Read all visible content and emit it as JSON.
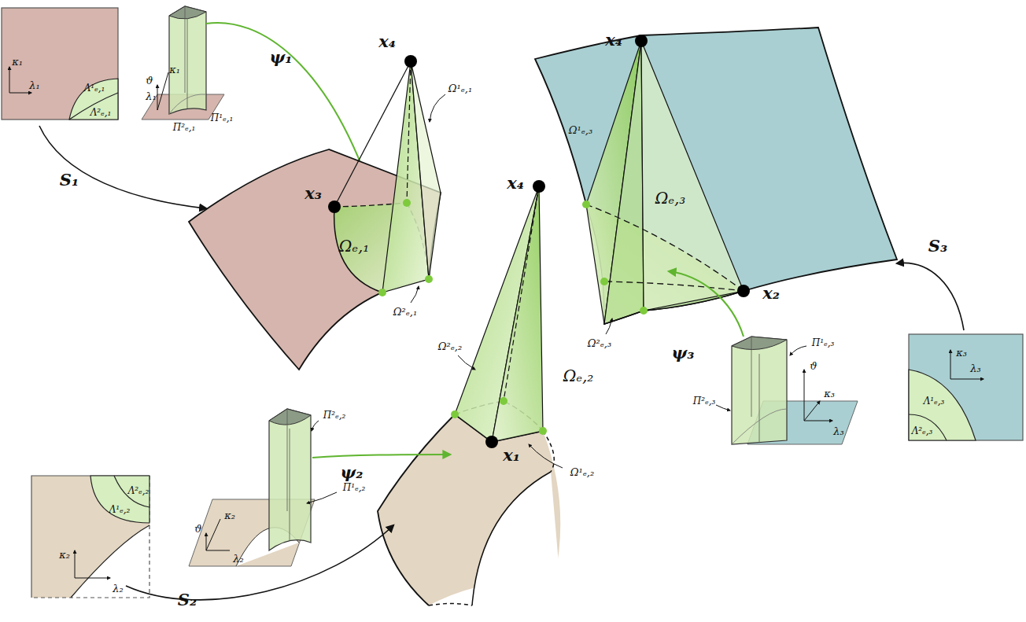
{
  "diagram": {
    "labels": [
      "κ₁",
      "λ₁",
      "Λ¹ₑ,₁",
      "Λ²ₑ,₁",
      "ϑ",
      "κ₁",
      "λ₁",
      "Π²ₑ,₁",
      "Π¹ₑ,₁",
      "ψ₁",
      "x₄",
      "S₁",
      "Ω¹ₑ,₁",
      "x₃",
      "Ωₑ,₁",
      "Ω²ₑ,₁",
      "x₄",
      "x₄",
      "Ω¹ₑ,₃",
      "Ωₑ,₃",
      "x₂",
      "S₃",
      "Ω²ₑ,₃",
      "ψ₃",
      "Π¹ₑ,₃",
      "κ₃",
      "λ₃",
      "ϑ",
      "κ₃",
      "Π²ₑ,₃",
      "λ₃",
      "Λ¹ₑ,₃",
      "Λ²ₑ,₃",
      "Ω²ₑ,₂",
      "Ωₑ,₂",
      "Π²ₑ,₂",
      "ψ₂",
      "x₁",
      "Ω¹ₑ,₂",
      "Π¹ₑ,₂",
      "Λ¹ₑ,₂",
      "Λ²ₑ,₂",
      "ϑ",
      "κ₂",
      "λ₂",
      "κ₂",
      "λ₂",
      "S₂"
    ]
  }
}
